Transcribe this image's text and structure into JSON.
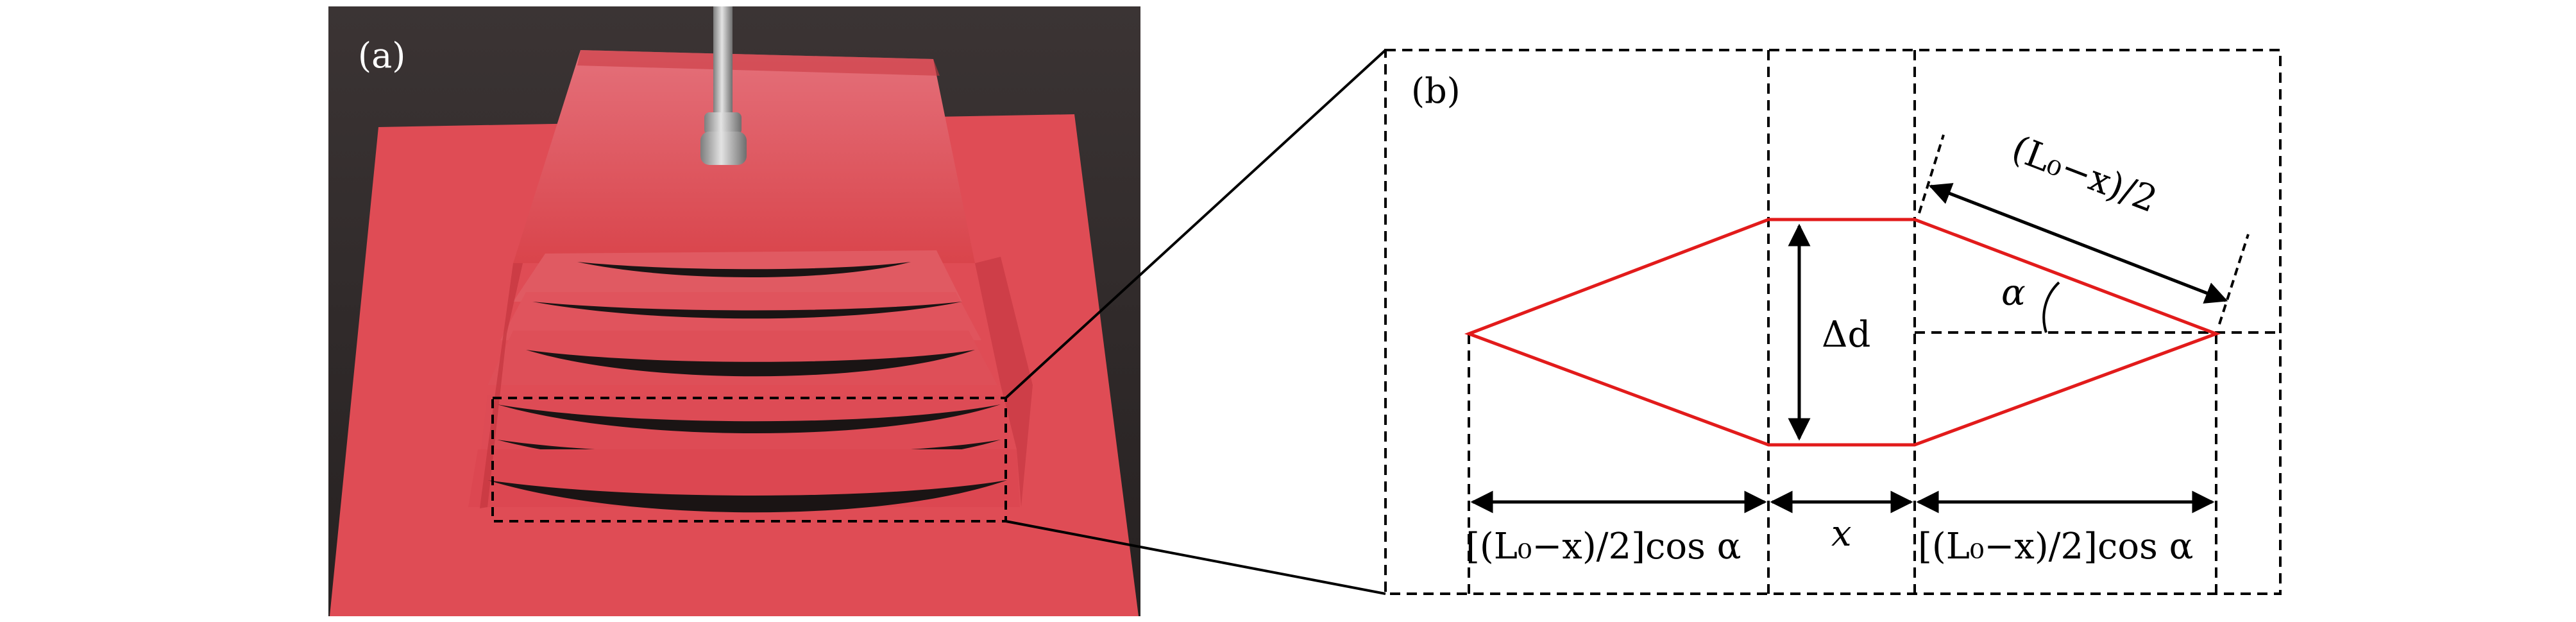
{
  "panel_a": {
    "label": "(a)"
  },
  "panel_b": {
    "label": "(b)",
    "label_delta_d": "Δd",
    "label_alpha": "α",
    "label_half_length": "(L₀−x)/2",
    "label_x": "x",
    "label_left_projection": "[(L₀−x)/2]cos α",
    "label_right_projection": "[(L₀−x)/2]cos α"
  },
  "colors": {
    "paper_red": "#e0474f",
    "background_dark": "#2a2626",
    "strip_red": "#e21b1b",
    "line_black": "#000000"
  }
}
